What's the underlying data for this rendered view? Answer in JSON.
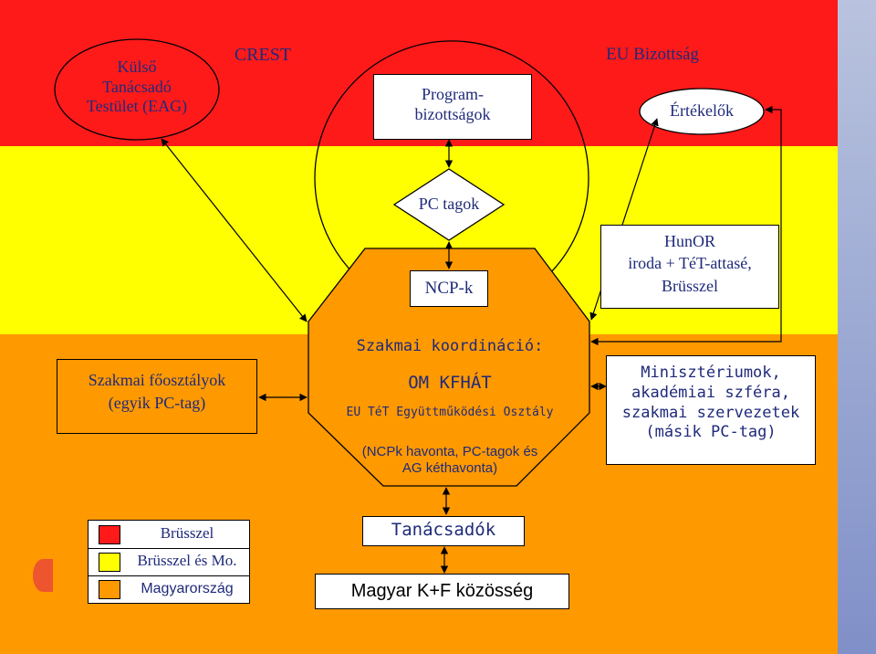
{
  "colors": {
    "red_band": "#ff1a1a",
    "yellow_band": "#ffff00",
    "orange_band": "#ff9900",
    "text_blue": "#1f2a7a",
    "text_black": "#000000"
  },
  "red_zone": {
    "eag": "Külső\nTanácsadó\nTestület (EAG)",
    "crest": "CREST",
    "program_committees": "Program-\nbizottságok",
    "eu_commission": "EU Bizottság",
    "evaluators": "Értékelők"
  },
  "yellow_zone": {
    "pc_members": "PC tagok",
    "ncps": "NCP-k",
    "hunor": "HunOR\niroda + TéT-attasé,\nBrüsszel"
  },
  "orange_zone": {
    "departments": "Szakmai főosztályok\n(egyik PC-tag)",
    "coord_title": "Szakmai koordináció:",
    "coord_org": "OM KFHÁT",
    "coord_dept": "EU TéT Együttműködési Osztály",
    "coord_note": "(NCPk havonta, PC-tagok és\nAG kéthavonta)",
    "ministries": "Minisztériumok,\nakadémiai szféra,\nszakmai szervezetek\n(másik PC-tag)",
    "advisors": "Tanácsadók",
    "community": "Magyar K+F közösség"
  },
  "legend": {
    "items": [
      {
        "label": "Brüsszel",
        "color": "#ff1a1a"
      },
      {
        "label": "Brüsszel és Mo.",
        "color": "#ffff00"
      },
      {
        "label": "Magyarország",
        "color": "#ff9900"
      }
    ]
  }
}
